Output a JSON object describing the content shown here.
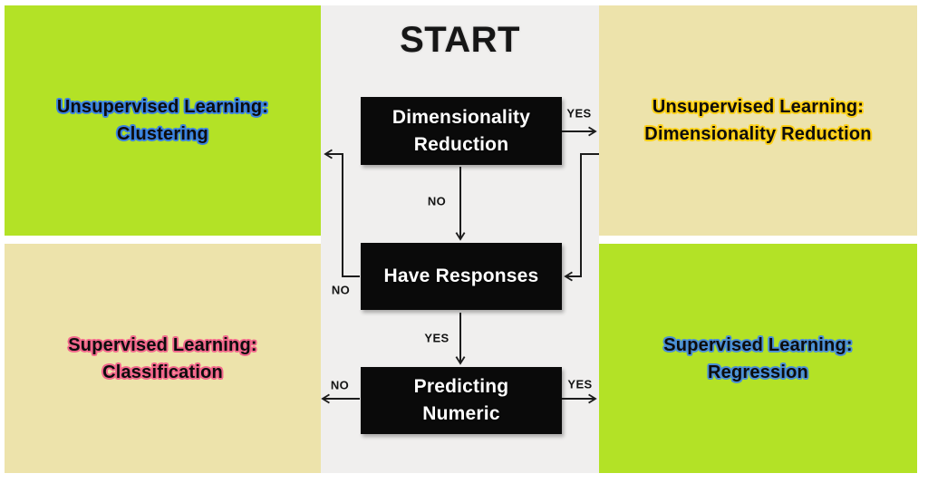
{
  "title": {
    "text": "START"
  },
  "colors": {
    "canvas_bg": "#ffffff",
    "center_bg": "#f0efee",
    "panel_green": "#b3e226",
    "panel_tan": "#ede3ab",
    "node_bg": "#0a0a0a",
    "node_text": "#ffffff",
    "line": "#1c1c1c",
    "glow_clustering": "#3b82e0",
    "glow_dimensionality": "#fdd017",
    "glow_classification": "#f2688c",
    "glow_regression": "#4b8fd6"
  },
  "panels": {
    "top_left": {
      "line1": "Unsupervised Learning:",
      "line2": "Clustering"
    },
    "top_right": {
      "line1": "Unsupervised Learning:",
      "line2": "Dimensionality Reduction"
    },
    "bottom_left": {
      "line1": "Supervised Learning:",
      "line2": "Classification"
    },
    "bottom_right": {
      "line1": "Supervised Learning:",
      "line2": "Regression"
    }
  },
  "nodes": {
    "dimensionality_reduction": {
      "line1": "Dimensionality",
      "line2": "Reduction"
    },
    "have_responses": {
      "line1": "Have Responses"
    },
    "predicting_numeric": {
      "line1": "Predicting",
      "line2": "Numeric"
    }
  },
  "edge_labels": {
    "dim_reduction_yes": "YES",
    "dim_reduction_no": "NO",
    "have_responses_no": "NO",
    "have_responses_yes": "YES",
    "predicting_numeric_no": "NO",
    "predicting_numeric_yes": "YES"
  }
}
